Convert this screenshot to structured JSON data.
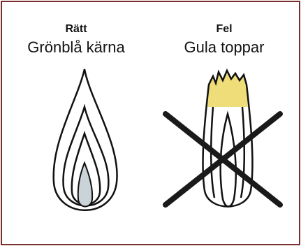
{
  "figure": {
    "border_color": "#7a2e2e",
    "correct": {
      "heading": "Rätt",
      "subheading": "Grönblå kärna",
      "core_color": "#c9d3d8"
    },
    "wrong": {
      "heading": "Fel",
      "subheading": "Gula toppar",
      "tip_color": "#ecd96a",
      "cross_color": "#1a1a1a"
    }
  }
}
